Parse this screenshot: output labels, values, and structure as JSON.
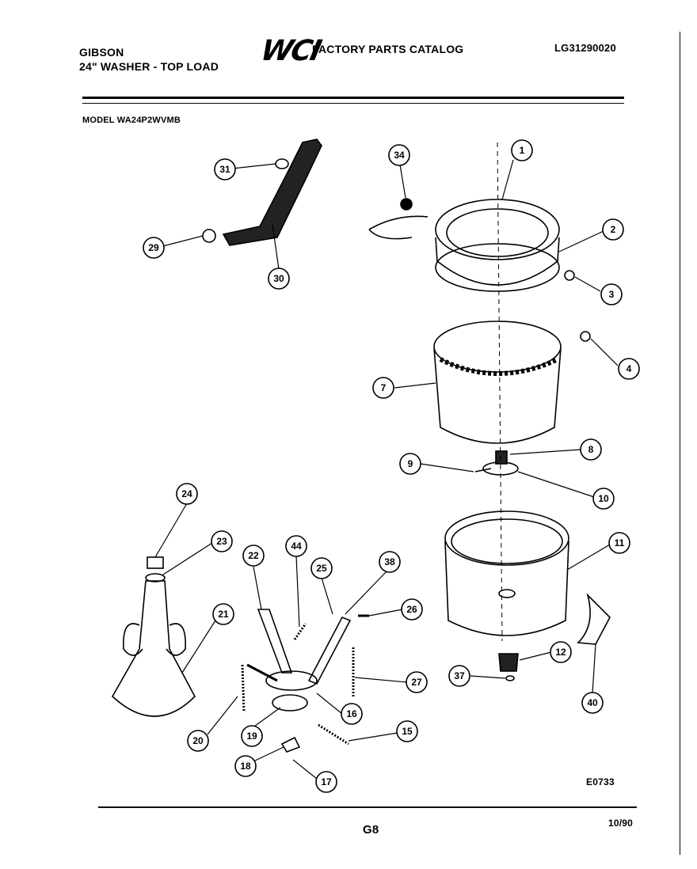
{
  "header": {
    "brand": "GIBSON",
    "product": "24\" WASHER - TOP LOAD",
    "logo": "WCI",
    "catalog_title": "FACTORY PARTS CATALOG",
    "catalog_number": "LG31290020",
    "model": "MODEL WA24P2WVMB"
  },
  "footer": {
    "drawing_code": "E0733",
    "page": "G8",
    "date": "10/90"
  },
  "callouts": [
    "1",
    "2",
    "3",
    "4",
    "7",
    "8",
    "9",
    "10",
    "11",
    "12",
    "15",
    "16",
    "17",
    "18",
    "19",
    "20",
    "21",
    "22",
    "23",
    "24",
    "25",
    "26",
    "27",
    "29",
    "30",
    "31",
    "34",
    "37",
    "38",
    "40",
    "44"
  ],
  "colors": {
    "ink": "#000000",
    "paper": "#ffffff"
  }
}
